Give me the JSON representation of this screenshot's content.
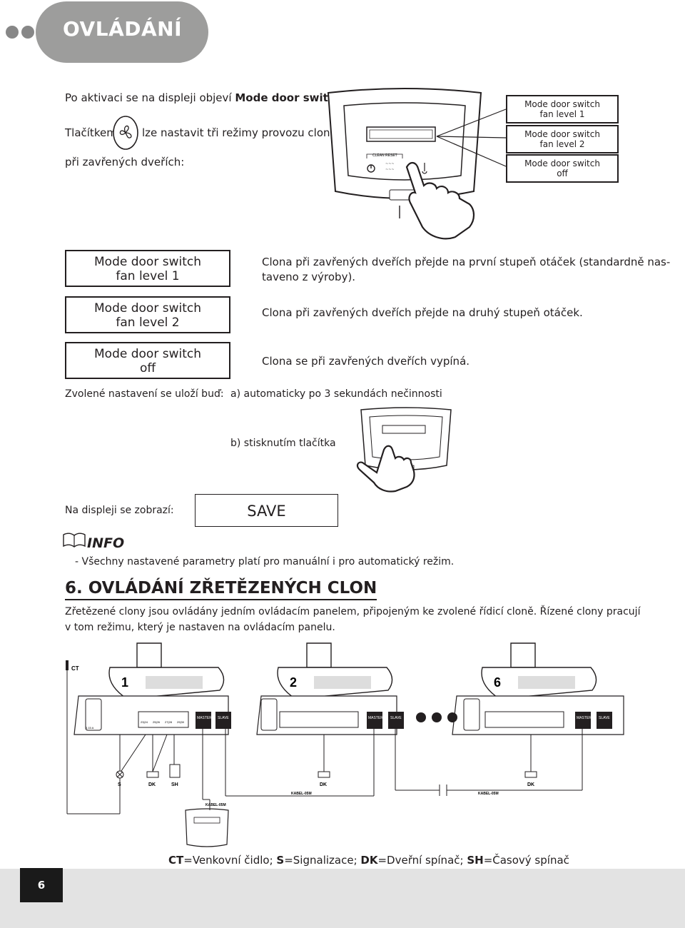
{
  "header": {
    "title": "OVLÁDÁNÍ"
  },
  "intro": {
    "line1_prefix": "Po aktivaci se na displeji objeví ",
    "line1_bold": "Mode door switch.",
    "line2_left": "Tlačítkem",
    "line2_right": "lze nastavit tři režimy provozu clony",
    "line3": "při zavřených dveřích:"
  },
  "panel": {
    "button_label": "CLEAN RESET"
  },
  "small_modes": [
    {
      "l1": "Mode door switch",
      "l2": "fan level 1"
    },
    {
      "l1": "Mode door switch",
      "l2": "fan level 2"
    },
    {
      "l1": "Mode door switch",
      "l2": "off"
    }
  ],
  "modes": [
    {
      "l1": "Mode door switch",
      "l2": "fan level 1",
      "desc_a": "Clona při zavřených dveřích přejde na první stupeň otáček (standardně nas-",
      "desc_b": "taveno z výroby)."
    },
    {
      "l1": "Mode door switch",
      "l2": "fan level 2",
      "desc_a": "Clona při zavřených dveřích přejde na druhý stupeň otáček.",
      "desc_b": ""
    },
    {
      "l1": "Mode door switch",
      "l2": "off",
      "desc_a": "Clona se při zavřených dveřích vypíná.",
      "desc_b": ""
    }
  ],
  "save_section": {
    "label": "Zvolené nastavení se uloží buď:",
    "option_a": "a) automaticky po 3 sekundách nečinnosti",
    "option_b": "b) stisknutím tlačítka",
    "display_label": "Na displeji se zobrazí:",
    "display_value": "SAVE"
  },
  "info": {
    "title": "INFO",
    "bullet": "-  Všechny nastavené parametry platí pro manuální i pro automatický režim."
  },
  "section6": {
    "heading": "6. OVLÁDÁNÍ ZŘETĚZENÝCH CLON",
    "para1": "Zřetězené clony jsou ovládány jedním ovládacím panelem, připojeným ke zvolené řídicí cloně. Řízené clony pracují",
    "para2": "v tom režimu, který je nastaven na ovládacím panelu."
  },
  "diagram": {
    "ct": "CT",
    "units": [
      "1",
      "2",
      "6"
    ],
    "master": "MASTER",
    "slave": "SLAVE",
    "terminals": [
      "23|24",
      "25|26",
      "27|28",
      "29|30"
    ],
    "fuse": "3,15 A",
    "devices": [
      "S",
      "DK",
      "SH",
      "DK",
      "DK"
    ],
    "cable": "KABEL-05M"
  },
  "legend": {
    "ct": "CT",
    "ct_t": "=Venkovní čidlo; ",
    "s": "S",
    "s_t": "=Signalizace; ",
    "dk": "DK",
    "dk_t": "=Dveřní spínač; ",
    "sh": "SH",
    "sh_t": "=Časový spínač"
  },
  "footer": {
    "page": "6"
  }
}
